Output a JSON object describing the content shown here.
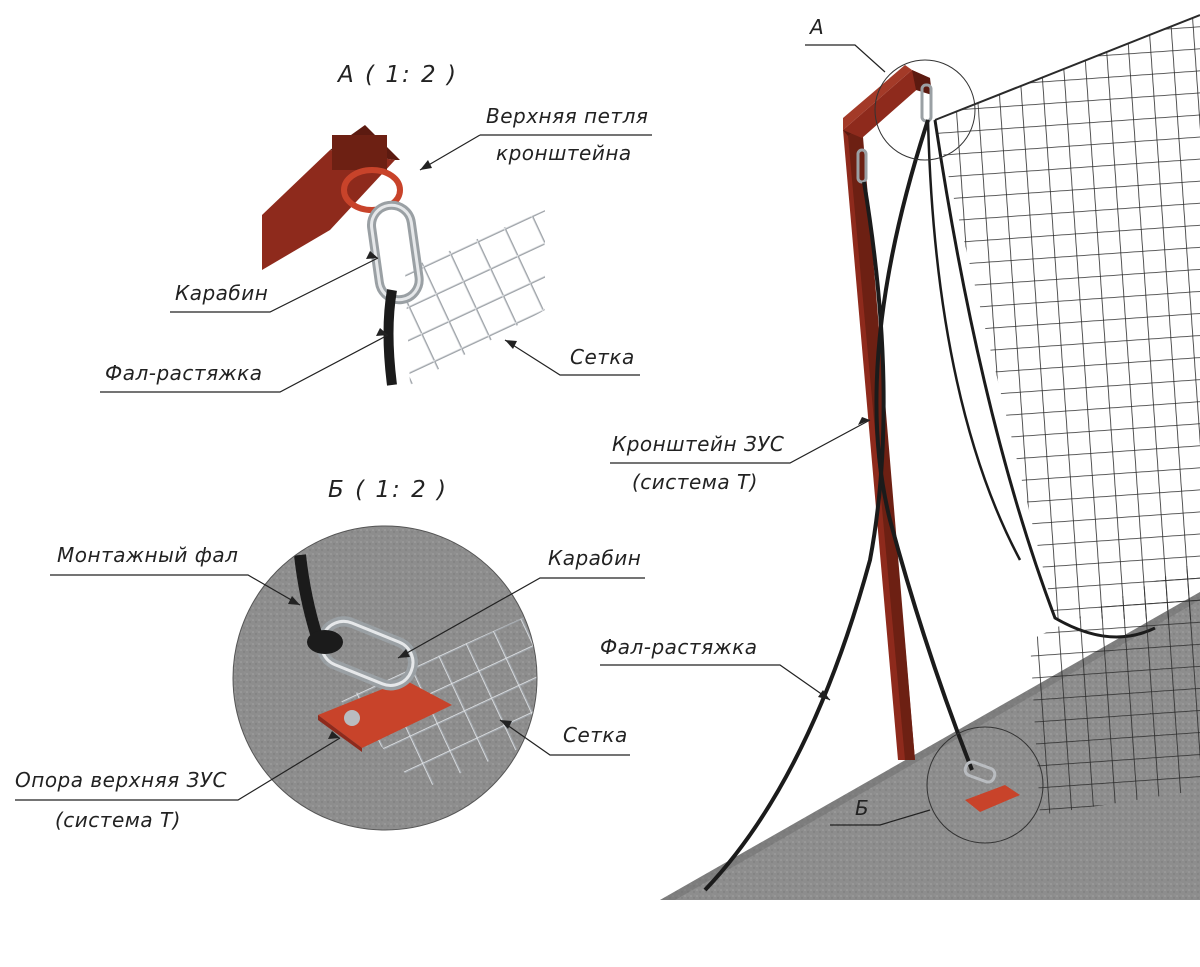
{
  "detail_a": {
    "title": "А ( 1: 2 )",
    "labels": {
      "top_loop_line1": "Верхняя петля",
      "top_loop_line2": "кронштейна",
      "carabiner": "Карабин",
      "guy_rope": "Фал-растяжка",
      "net": "Сетка"
    }
  },
  "detail_b": {
    "title": "Б ( 1: 2 )",
    "labels": {
      "mounting_rope": "Монтажный фал",
      "carabiner": "Карабин",
      "net": "Сетка",
      "support_line1": "Опора верхняя ЗУС",
      "support_line2": "(система Т)"
    }
  },
  "main_view": {
    "callout_a": "А",
    "callout_b": "Б",
    "bracket_line1": "Кронштейн ЗУС",
    "bracket_line2": "(система Т)",
    "guy_rope": "Фал-растяжка"
  },
  "colors": {
    "bracket": "#8e2a1c",
    "bracket_dark": "#5c1a10",
    "plate": "#c8432a",
    "ground": "#8f8f8f",
    "rope": "#1b1b1b",
    "net": "#2a2a2a",
    "metal": "#b9bcc0"
  }
}
